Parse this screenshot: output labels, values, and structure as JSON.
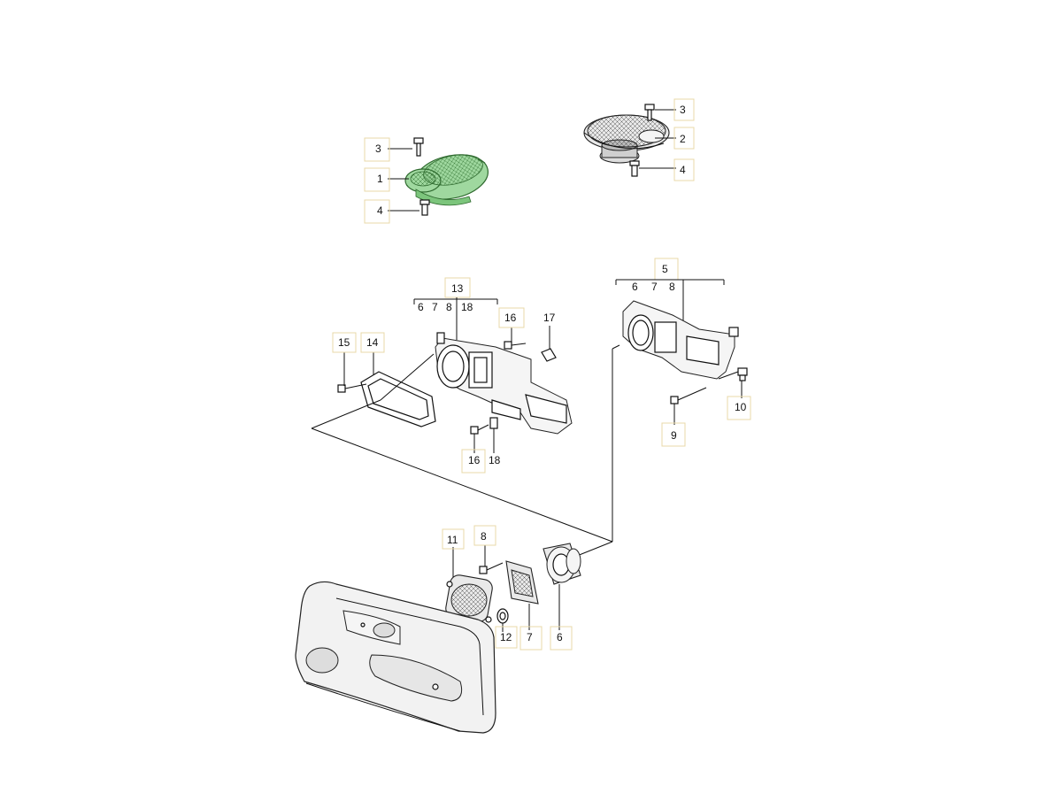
{
  "callouts": {
    "a3": "3",
    "a1": "1",
    "a4": "4",
    "b3": "3",
    "b2": "2",
    "b4": "4",
    "g13": "13",
    "g13_members": [
      "6",
      "7",
      "8",
      "18"
    ],
    "g5": "5",
    "g5_members": [
      "6",
      "7",
      "8"
    ],
    "c15": "15",
    "c14": "14",
    "c16a": "16",
    "c17": "17",
    "c16b": "16",
    "c18": "18",
    "c9": "9",
    "c10": "10",
    "c11": "11",
    "c8": "8",
    "c12": "12",
    "c7": "7",
    "c6": "6"
  },
  "colors": {
    "line": "#111111",
    "highlight": "#5db35d",
    "highlight_fill": "#9fd89f",
    "label_box": "#e8d9a8"
  }
}
